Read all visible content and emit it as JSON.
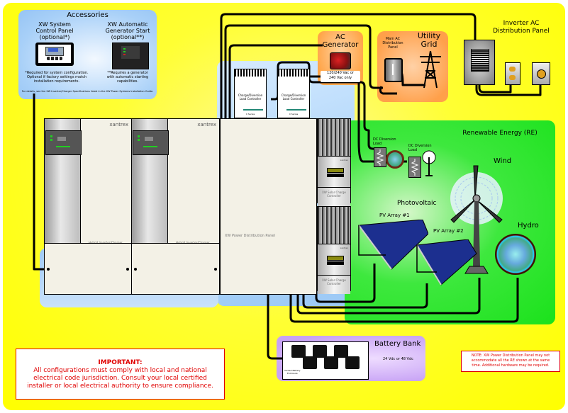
{
  "diagram": {
    "accessories": {
      "title": "Accessories",
      "scp": {
        "title_l1": "XW System",
        "title_l2": "Control Panel",
        "title_l3": "(optional*)",
        "note_l1": "*Required for system configuration.",
        "note_l2": "Optional if factory settings match",
        "note_l3": "installation requirements."
      },
      "ags": {
        "title_l1": "XW Automatic",
        "title_l2": "Generator Start",
        "title_l3": "(optional**)",
        "note_l1": "**Requires a generator",
        "note_l2": "with automatic starting",
        "note_l3": "capabilities."
      },
      "footnote": "For details, see the XW Inverter/Charger Specifications listed in the XW Power Systems Installation Guide."
    },
    "ac_generator": {
      "title_l1": "AC",
      "title_l2": "Generator",
      "rating_l1": "120/240 Vac or",
      "rating_l2": "240 Vac only"
    },
    "utility_grid": {
      "panel_l1": "Main AC",
      "panel_l2": "Distribution",
      "panel_l3": "Panel",
      "title_l1": "Utility",
      "title_l2": "Grid"
    },
    "inverter_ac_panel": {
      "title_l1": "Inverter AC",
      "title_l2": "Distribution Panel"
    },
    "inverters": [
      {
        "brand": "xantrex",
        "label": "Hybrid Inverter/Charger"
      },
      {
        "brand": "xantrex",
        "label": "Hybrid Inverter/Charger"
      }
    ],
    "charge_controllers": [
      {
        "label_l1": "Charge/Diversion",
        "label_l2": "Load Controller",
        "series": "C Series"
      },
      {
        "label_l1": "Charge/Diversion",
        "label_l2": "Load Controller",
        "series": "C Series"
      }
    ],
    "pdp": {
      "label": "XW Power Distribution Panel"
    },
    "solar_controllers": [
      {
        "brand": "xantrex",
        "label_l1": "XW Solar Charge",
        "label_l2": "Controller"
      },
      {
        "brand": "xantrex",
        "label_l1": "XW Solar Charge",
        "label_l2": "Controller"
      }
    ],
    "renewable": {
      "title": "Renewable Energy (RE)",
      "dc_load_1_l1": "DC Diversion",
      "dc_load_1_l2": "Load",
      "dc_load_2_l1": "DC Diversion",
      "dc_load_2_l2": "Load",
      "wind": "Wind",
      "photovoltaic": "Photovoltaic",
      "pv1": "PV Array #1",
      "pv2": "PV Array #2",
      "hydro": "Hydro"
    },
    "battery": {
      "title": "Battery Bank",
      "voltage": "24 Vdc or 48 Vdc",
      "enclosure_l1": "Vented Battery",
      "enclosure_l2": "Enclosure"
    },
    "important": {
      "title": "IMPORTANT:",
      "l1": "All configurations must comply with local and national",
      "l2": "electrical code jurisdiction.  Consult your local certified",
      "l3": "installer or local electrical authority to ensure compliance."
    },
    "note": {
      "l1": "NOTE:  XW Power Distribution Panel may not",
      "l2": "accommodate all the RE shown at the same",
      "l3": "time.  Additional hardware may be required."
    },
    "colors": {
      "background": "#ffff00",
      "accessories": "#a8d0f8",
      "renewable": "#22e222",
      "generator": "#ffa548",
      "battery": "#c7a2f5",
      "warning": "#e00000"
    }
  }
}
